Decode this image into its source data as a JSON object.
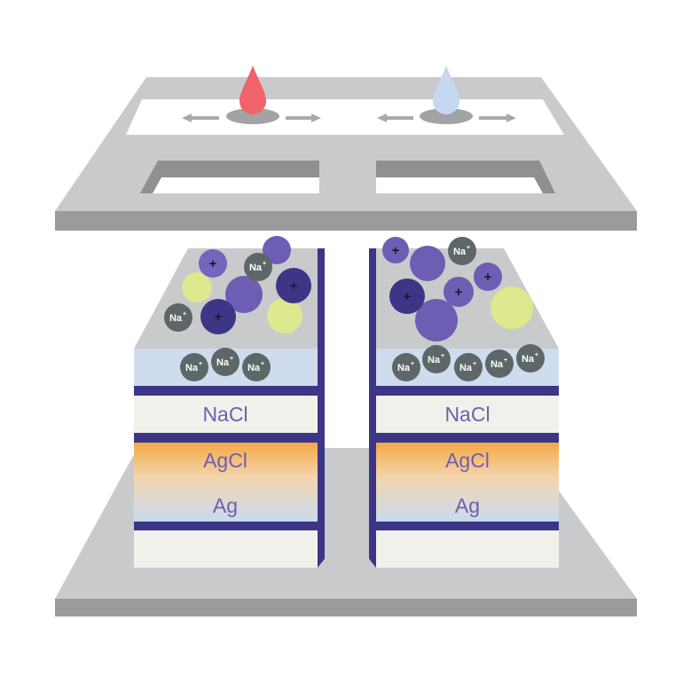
{
  "colors": {
    "plate": "#c9cacc",
    "plate_edge": "#9a9b9d",
    "window_border": "#8f9092",
    "block_side": "#3d3586",
    "layer_bar": "#3d3586",
    "nacl_layer": "#f1f1ec",
    "electrolyte_layer": "#cfdcef",
    "agcl_top": "#f5a845",
    "ag_bottom": "#c9dbee",
    "block_top": "#c9cacc",
    "sodium_ion": "#5d6768",
    "cation_large": "#6d5db3",
    "cation_dark": "#3d3586",
    "cation_light": "#7465bd",
    "neutral_molecule": "#dde88f",
    "hot_droplet": "#f0636a",
    "cold_droplet": "#c6d7f0",
    "layer_text": "#6e5fb0"
  },
  "icons": [
    "hot-droplet-icon",
    "cold-droplet-icon",
    "arrow-left-icon",
    "arrow-right-icon"
  ],
  "labels": {
    "nacl": "NaCl",
    "agcl": "AgCl",
    "ag": "Ag",
    "sodium": "Na",
    "charge": "+"
  }
}
